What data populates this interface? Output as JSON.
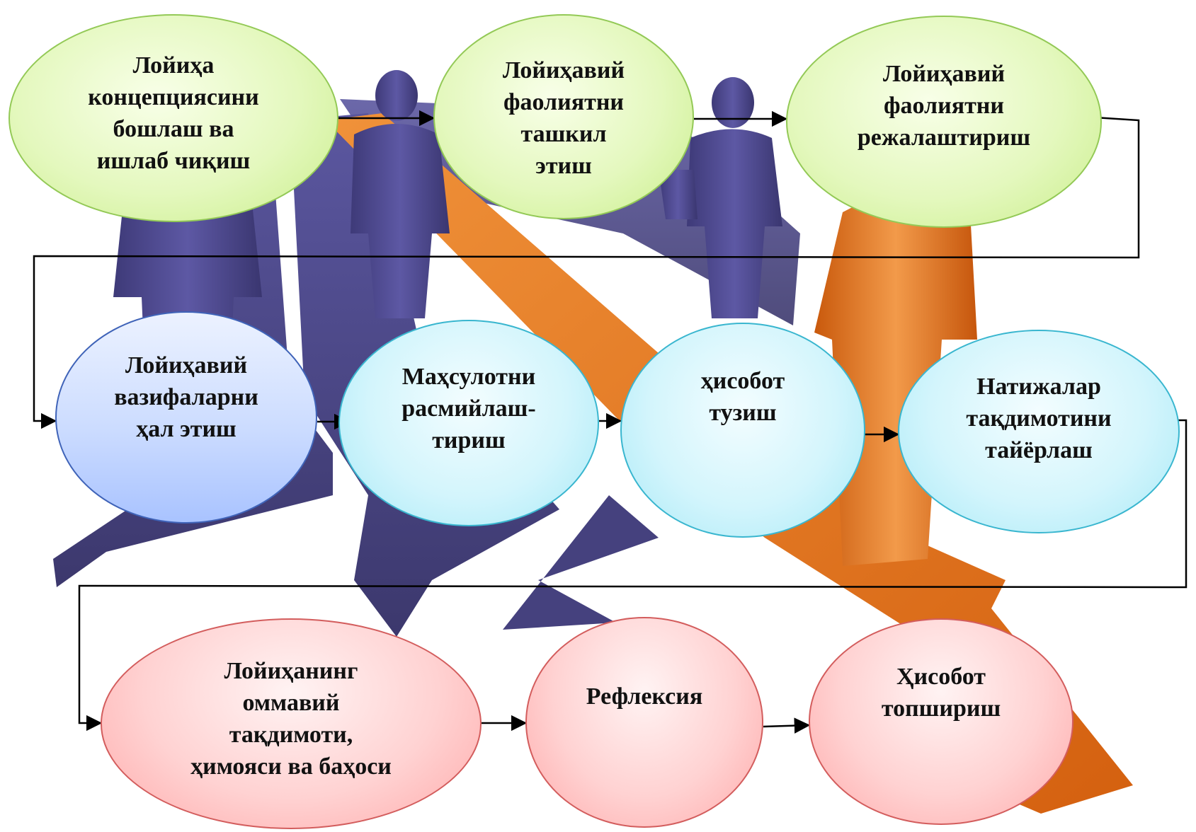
{
  "nodes": {
    "n1": "Лойиҳа\nконцепциясини\nбошлаш ва\nишлаб чиқиш",
    "n2": "Лойиҳавий\nфаолиятни\nташкил\nэтиш",
    "n3": "Лойиҳавий\nфаолиятни\nрежалаштириш",
    "n4": "Лойиҳавий\nвазифаларни\nҳал этиш",
    "n5": "Маҳсулотни\nрасмийлаш-\nтириш",
    "n6": "ҳисобот\nтузиш",
    "n7": "Натижалар\nтақдимотини\nтайёрлаш",
    "n8": "Лойиҳанинг\nоммавий\nтақдимоти,\nҳимояси ва баҳоси",
    "n9": "Рефлексия",
    "n10": "Ҳисобот\nтопшириш"
  },
  "colors": {
    "stage1_fill": "#e4f8be",
    "stage2_fill": "#d3f5fc",
    "stage2_first_fill": "#ccdcff",
    "stage3_fill": "#ffd2d2",
    "arrow_purple": "#4b4784",
    "arrow_orange": "#e2721f",
    "connector": "#000000"
  },
  "background_icons": [
    "person-figure-icon",
    "direction-arrow-icon"
  ]
}
